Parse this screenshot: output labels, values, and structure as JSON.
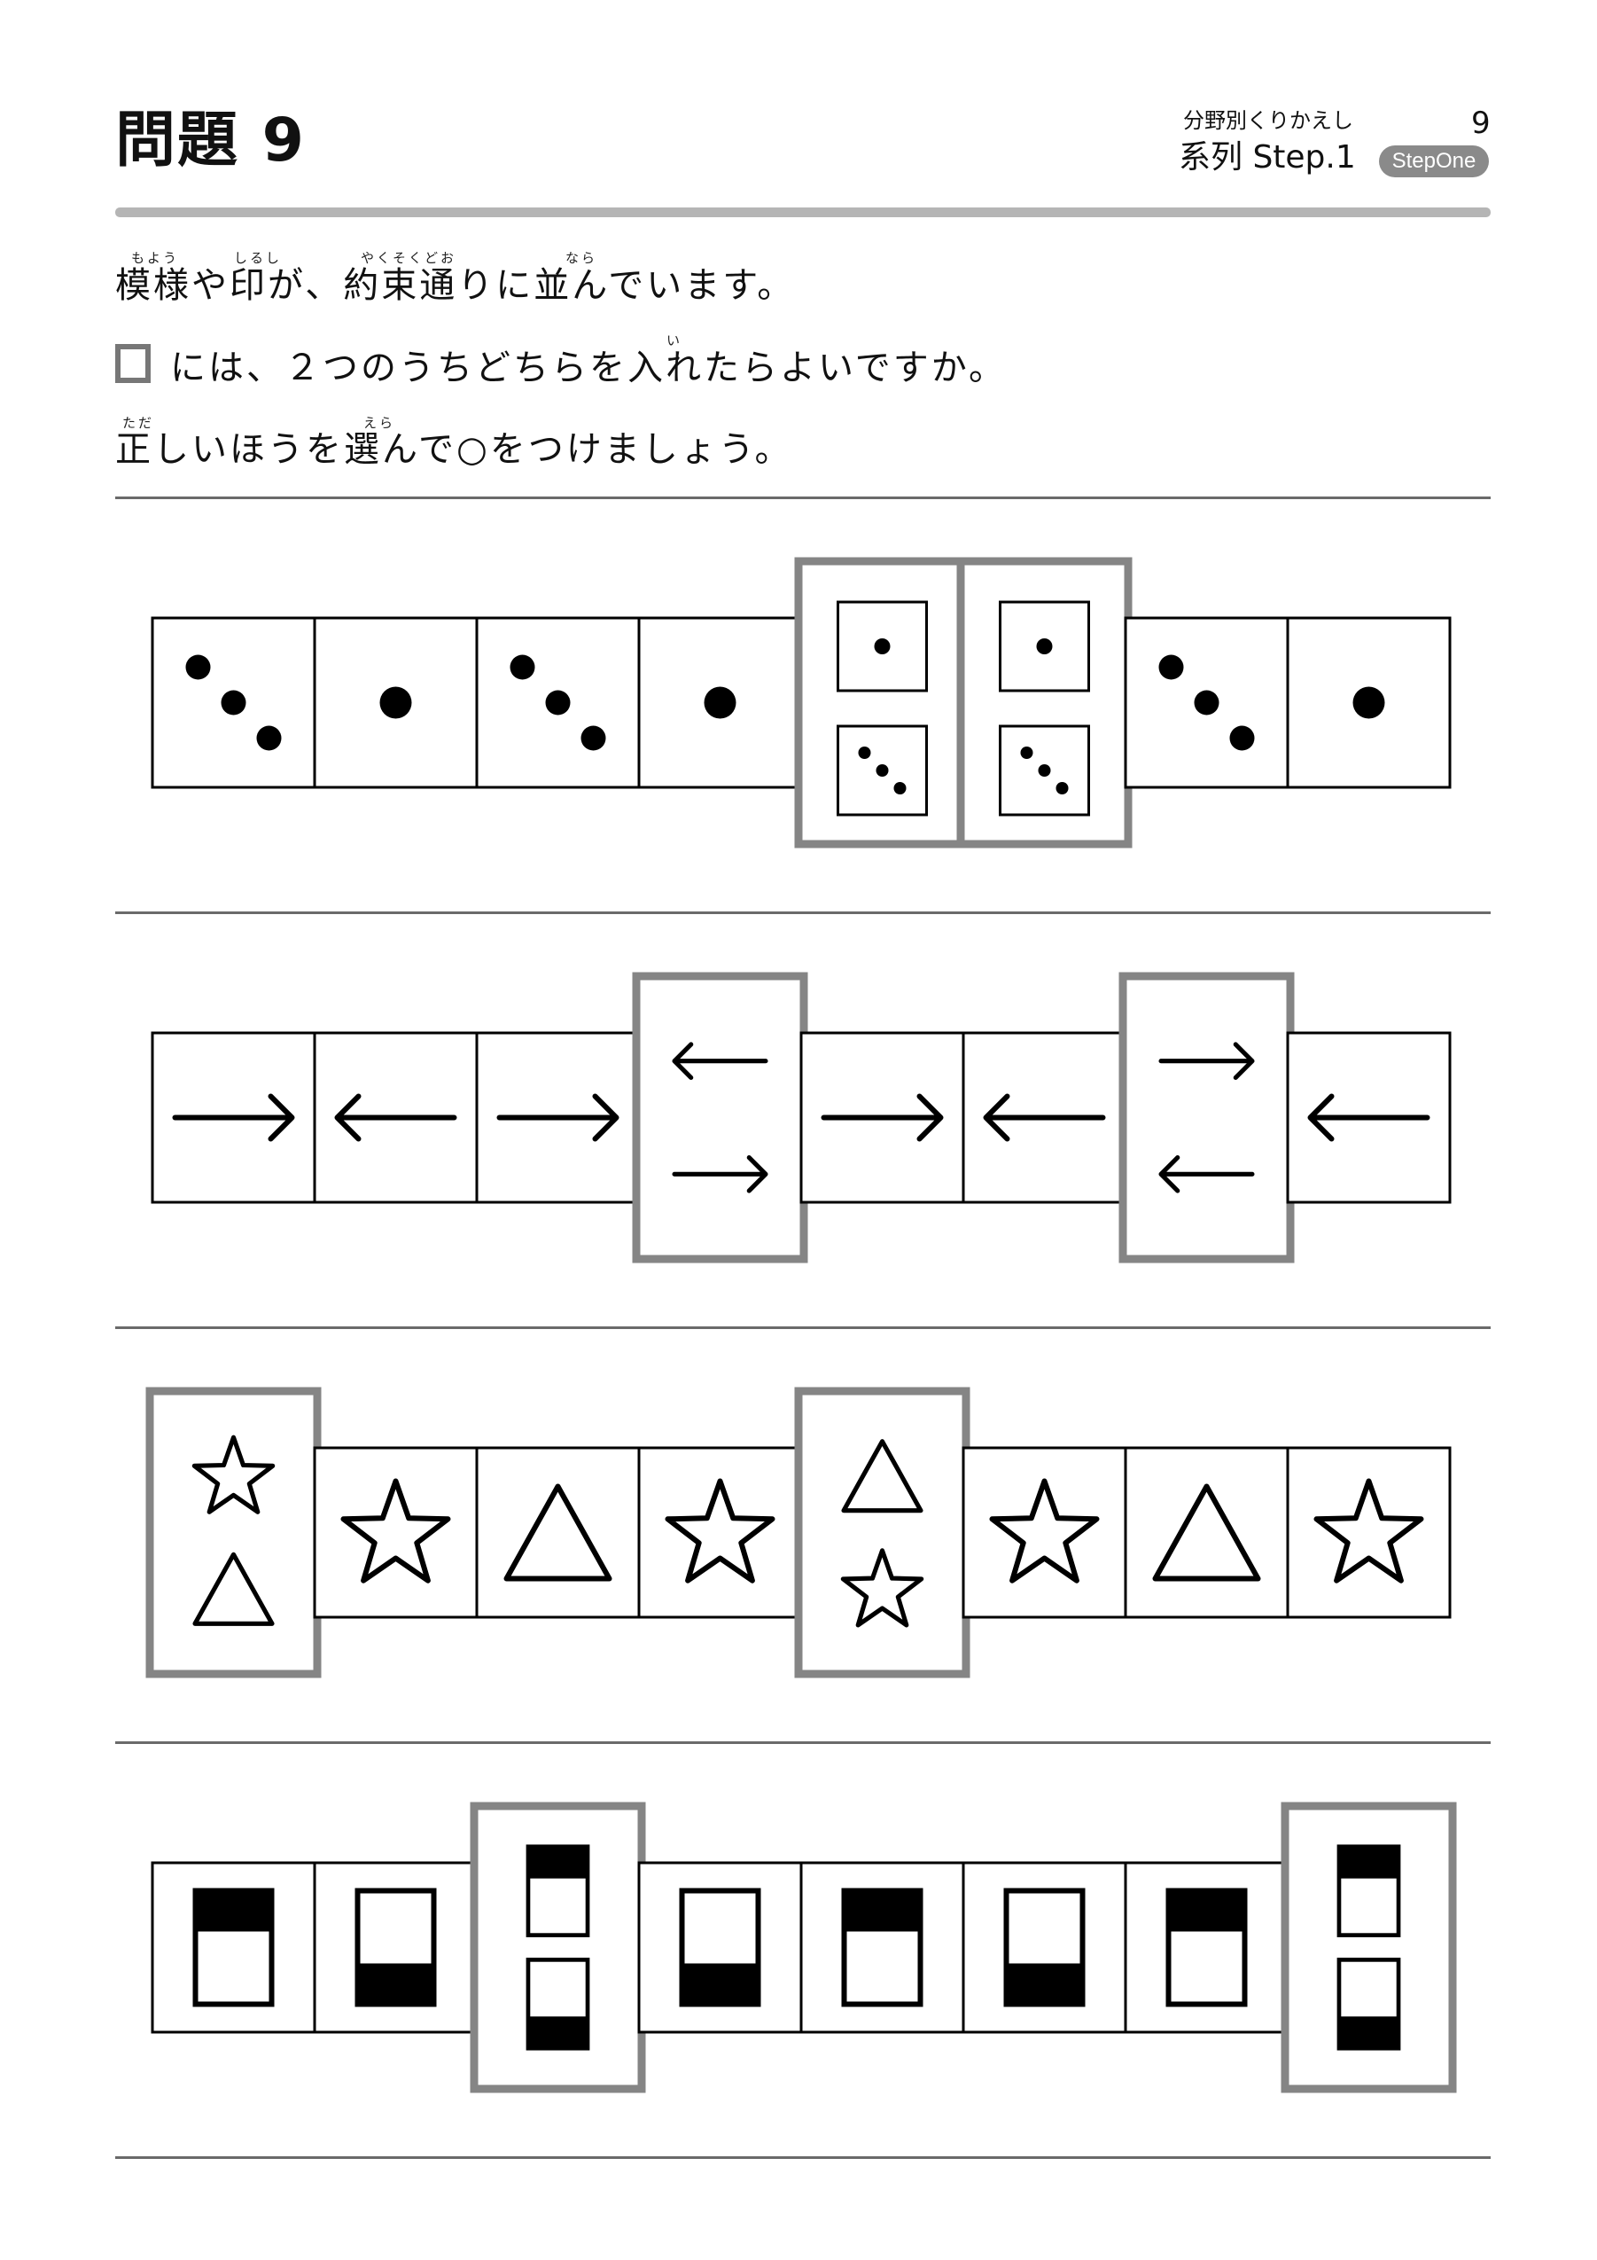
{
  "header": {
    "title": "問題 9",
    "category": "分野別くりかえし",
    "page_number": "9",
    "series": "系列 Step.1",
    "badge": "StepOne"
  },
  "instructions": {
    "line1": "模様や印が、約束通りに並んでいます。",
    "line2": "には、２つのうちどちらを入れたらよいですか。",
    "line3": "正しいほうを選んで○をつけましょう。",
    "furigana": {
      "moyou": "もよう",
      "shirushi": "しるし",
      "yakusokudoori": "やくそくどお",
      "nara": "なら",
      "i": "い",
      "tada": "ただ",
      "era": "えら"
    }
  },
  "problems": [
    {
      "name": "dots",
      "cells": [
        "dot3",
        "dot1",
        "dot3",
        "dot1",
        "choice",
        "choice",
        "dot3",
        "dot1"
      ],
      "choices": [
        [
          "dot1",
          "dot3"
        ],
        [
          "dot1",
          "dot3"
        ]
      ]
    },
    {
      "name": "arrows",
      "cells": [
        "right",
        "left",
        "right",
        "choice",
        "right",
        "left",
        "choice",
        "left"
      ],
      "choices": [
        [
          "left",
          "right"
        ],
        [
          "right",
          "left"
        ]
      ]
    },
    {
      "name": "shapes",
      "cells": [
        "choice",
        "star",
        "triangle",
        "star",
        "choice",
        "star",
        "triangle",
        "star"
      ],
      "choices": [
        [
          "star",
          "triangle"
        ],
        [
          "triangle",
          "star"
        ]
      ]
    },
    {
      "name": "blocks",
      "cells": [
        "top",
        "bottom",
        "choice",
        "bottom",
        "top",
        "bottom",
        "top",
        "choice"
      ],
      "choices": [
        [
          "top",
          "bottom"
        ],
        [
          "top",
          "bottom"
        ]
      ]
    }
  ]
}
